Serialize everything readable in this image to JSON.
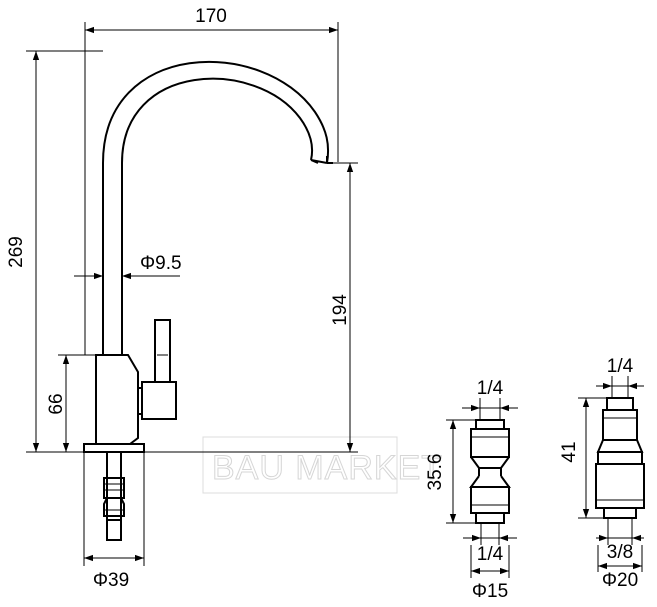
{
  "dimensions": {
    "faucet_width": "170",
    "faucet_height": "269",
    "spout_height": "194",
    "body_height": "66",
    "tube_diameter": "Φ9.5",
    "base_diameter": "Φ39",
    "fitting1_top_thread": "1/4",
    "fitting1_height": "35.6",
    "fitting1_bottom_thread": "1/4",
    "fitting1_diameter": "Φ15",
    "fitting2_top_thread": "1/4",
    "fitting2_height": "41",
    "fitting2_bottom_thread": "3/8",
    "fitting2_diameter": "Φ20"
  },
  "watermark": "BAU MARKET"
}
